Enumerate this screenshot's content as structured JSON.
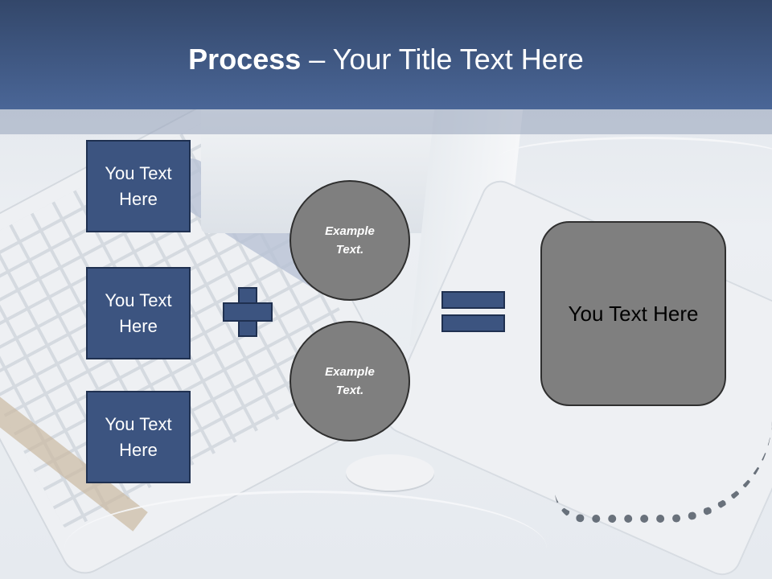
{
  "slide": {
    "title_bold": "Process",
    "title_rest": " – Your Title Text Here"
  },
  "left_boxes": [
    {
      "label": "You Text Here"
    },
    {
      "label": "You Text Here"
    },
    {
      "label": "You Text Here"
    }
  ],
  "circles": [
    {
      "label": "Example Text."
    },
    {
      "label": "Example Text."
    }
  ],
  "result_box": {
    "label": "You Text Here"
  },
  "operators": [
    "plus-icon",
    "equals-icon"
  ],
  "colors": {
    "header": "#3f5783",
    "box_fill": "#3c5480",
    "gray_shape": "#7f7f7f"
  }
}
